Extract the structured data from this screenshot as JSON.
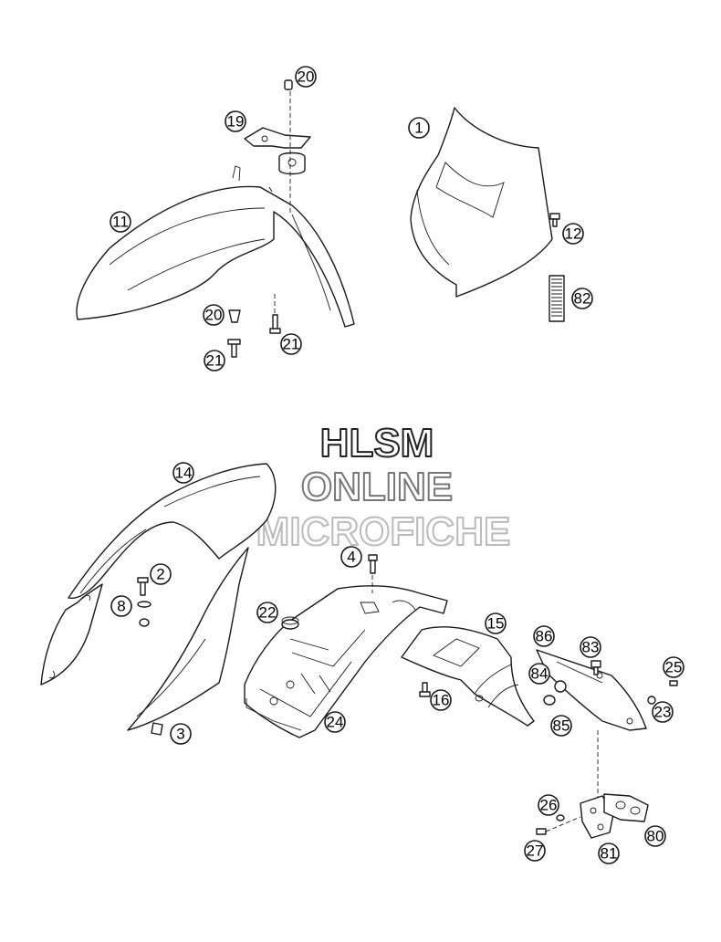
{
  "watermark": {
    "line1": "HLSM",
    "line2": "ONLINE",
    "line3": "MICROFICHE",
    "colors": [
      "#222222",
      "#777777",
      "#bbbbbb"
    ]
  },
  "callouts": {
    "c1": "1",
    "c2": "2",
    "c3": "3",
    "c4": "4",
    "c8": "8",
    "c11": "11",
    "c12": "12",
    "c14": "14",
    "c15": "15",
    "c16": "16",
    "c19": "19",
    "c20a": "20",
    "c20b": "20",
    "c21a": "21",
    "c21b": "21",
    "c22": "22",
    "c23": "23",
    "c24": "24",
    "c25": "25",
    "c26": "26",
    "c27": "27",
    "c80": "80",
    "c81": "81",
    "c82": "82",
    "c83": "83",
    "c84": "84",
    "c85": "85",
    "c86": "86"
  }
}
